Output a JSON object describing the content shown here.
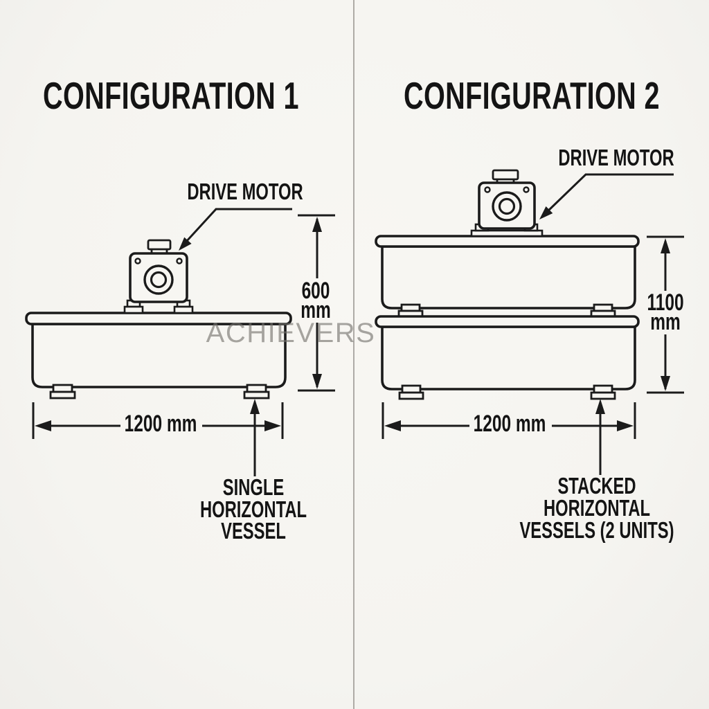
{
  "canvas": {
    "background": "#f6f5f1",
    "ink_color": "#1b1b1b",
    "divider_color": "#aeaba6",
    "watermark_color": "#73716c"
  },
  "watermark": "ACHIEVERS",
  "left": {
    "title": "CONFIGURATION 1",
    "motor_label": "DRIVE MOTOR",
    "height_value": "600",
    "height_unit": "mm",
    "width_label": "1200 mm",
    "caption_line1": "SINGLE",
    "caption_line2": "HORIZONTAL",
    "caption_line3": "VESSEL"
  },
  "right": {
    "title": "CONFIGURATION 2",
    "motor_label": "DRIVE MOTOR",
    "height_value": "1100",
    "height_unit": "mm",
    "width_label": "1200 mm",
    "caption_line1": "STACKED",
    "caption_line2": "HORIZONTAL",
    "caption_line3": "VESSELS (2 UNITS)"
  }
}
